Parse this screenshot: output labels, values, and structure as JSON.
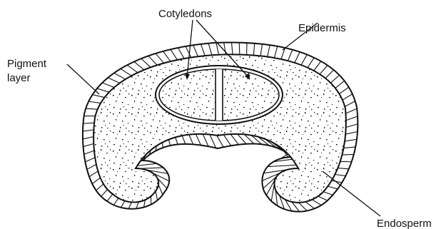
{
  "labels": {
    "cotyledons": "Cotyledons",
    "epidermis": "Epidermis",
    "pigment_line1": "Pigment",
    "pigment_line2": "layer",
    "endosperm": "Endosperm"
  },
  "colors": {
    "ink": "#111111",
    "fill": "#ffffff"
  }
}
